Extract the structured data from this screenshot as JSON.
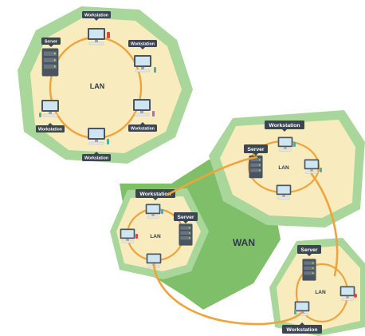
{
  "colors": {
    "outer_green": "#a9d79b",
    "inner_beige": "#f8ecbe",
    "wan_green": "#7fbf6a",
    "link_orange": "#f0a33a",
    "tag_bg": "#3b4652",
    "monitor_dark": "#4b5561",
    "screen_blue": "#cfe6f2",
    "server_dark": "#4a545e"
  },
  "icons": {
    "workstation": "desktop-computer-icon",
    "server": "rack-server-icon"
  },
  "labels": {
    "lan_top": "LAN",
    "lan_right": "LAN",
    "lan_left": "LAN",
    "lan_bottom": "LAN",
    "wan": "WAN"
  },
  "tags": {
    "top_ws_top": "Workstation",
    "top_ws_right_upper": "Workstation",
    "top_ws_right_lower": "Workstation",
    "top_ws_bottom": "Workstation",
    "top_ws_left_lower": "Workstation",
    "top_server": "Server",
    "right_ws": "Workstation",
    "right_server": "Server",
    "left_ws": "Workstation",
    "left_server": "Server",
    "bottom_server": "Server",
    "bottom_ws": "Workstation"
  }
}
